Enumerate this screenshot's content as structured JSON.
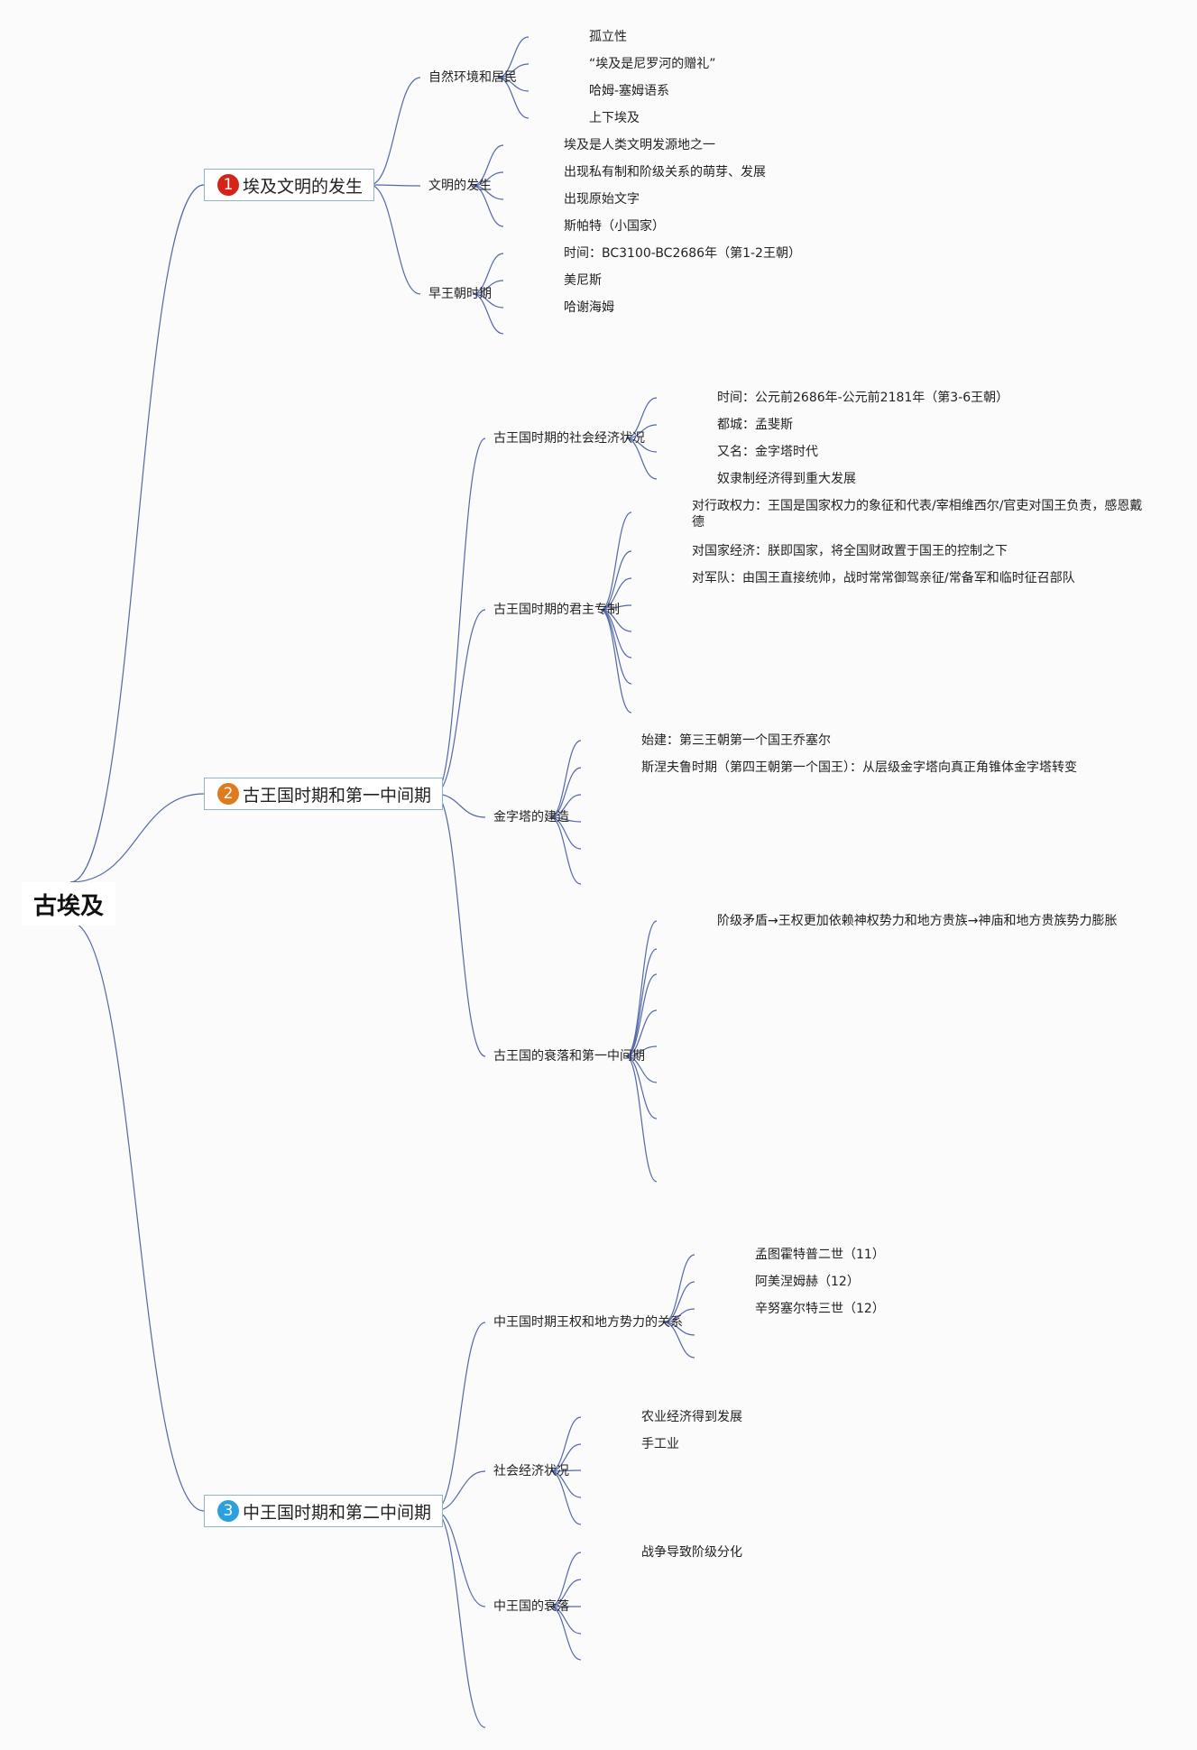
{
  "root": "古埃及",
  "badge_colors": [
    "#d42319",
    "#e07a1f",
    "#2aa1de"
  ],
  "sections": [
    {
      "number": "1",
      "title": "埃及文明的发生",
      "subtopics": [
        {
          "title": "自然环境和居民",
          "items": [
            "孤立性",
            "“埃及是尼罗河的赠礼”",
            "哈姆-塞姆语系",
            "上下埃及"
          ]
        },
        {
          "title": "文明的发生",
          "items": [
            "埃及是人类文明发源地之一",
            "出现私有制和阶级关系的萌芽、发展",
            "出现原始文字",
            "斯帕特（小国家）"
          ]
        },
        {
          "title": "早王朝时期",
          "items": [
            "时间：BC3100-BC2686年（第1-2王朝）",
            "美尼斯",
            "哈谢海姆",
            ""
          ]
        }
      ]
    },
    {
      "number": "2",
      "title": "古王国时期和第一中间期",
      "subtopics": [
        {
          "title": "古王国时期的社会经济状况",
          "items": [
            "时间：公元前2686年-公元前2181年（第3-6王朝）",
            "都城：孟斐斯",
            "又名：金字塔时代",
            "奴隶制经济得到重大发展"
          ]
        },
        {
          "title": "古王国时期的君主专制",
          "items": [
            "对行政权力：王国是国家权力的象征和代表/宰相维西尔/官吏对国王负责，感恩戴德",
            "对国家经济：朕即国家，将全国财政置于国王的控制之下",
            "对军队：由国王直接统帅，战时常常御驾亲征/常备军和临时征召部队",
            "",
            "",
            "",
            "",
            ""
          ]
        },
        {
          "title": "金字塔的建造",
          "items": [
            "始建：第三王朝第一个国王乔塞尔",
            "斯涅夫鲁时期（第四王朝第一个国王）：从层级金字塔向真正角锥体金字塔转变",
            "",
            "",
            "",
            ""
          ]
        },
        {
          "title": "古王国的衰落和第一中间期",
          "items": [
            "阶级矛盾→王权更加依赖神权势力和地方贵族→神庙和地方贵族势力膨胀",
            "",
            "",
            "",
            "",
            "",
            "",
            ""
          ]
        }
      ]
    },
    {
      "number": "3",
      "title": "中王国时期和第二中间期",
      "subtopics": [
        {
          "title": "中王国时期王权和地方势力的关系",
          "items": [
            "孟图霍特普二世（11）",
            "阿美涅姆赫（12）",
            "辛努塞尔特三世（12）",
            "",
            ""
          ]
        },
        {
          "title": "社会经济状况",
          "items": [
            "农业经济得到发展",
            "手工业",
            "",
            "",
            ""
          ]
        },
        {
          "title": "中王国的衰落",
          "items": [
            "战争导致阶级分化",
            "",
            "",
            "",
            ""
          ]
        },
        {
          "title": "",
          "items": []
        }
      ]
    }
  ]
}
